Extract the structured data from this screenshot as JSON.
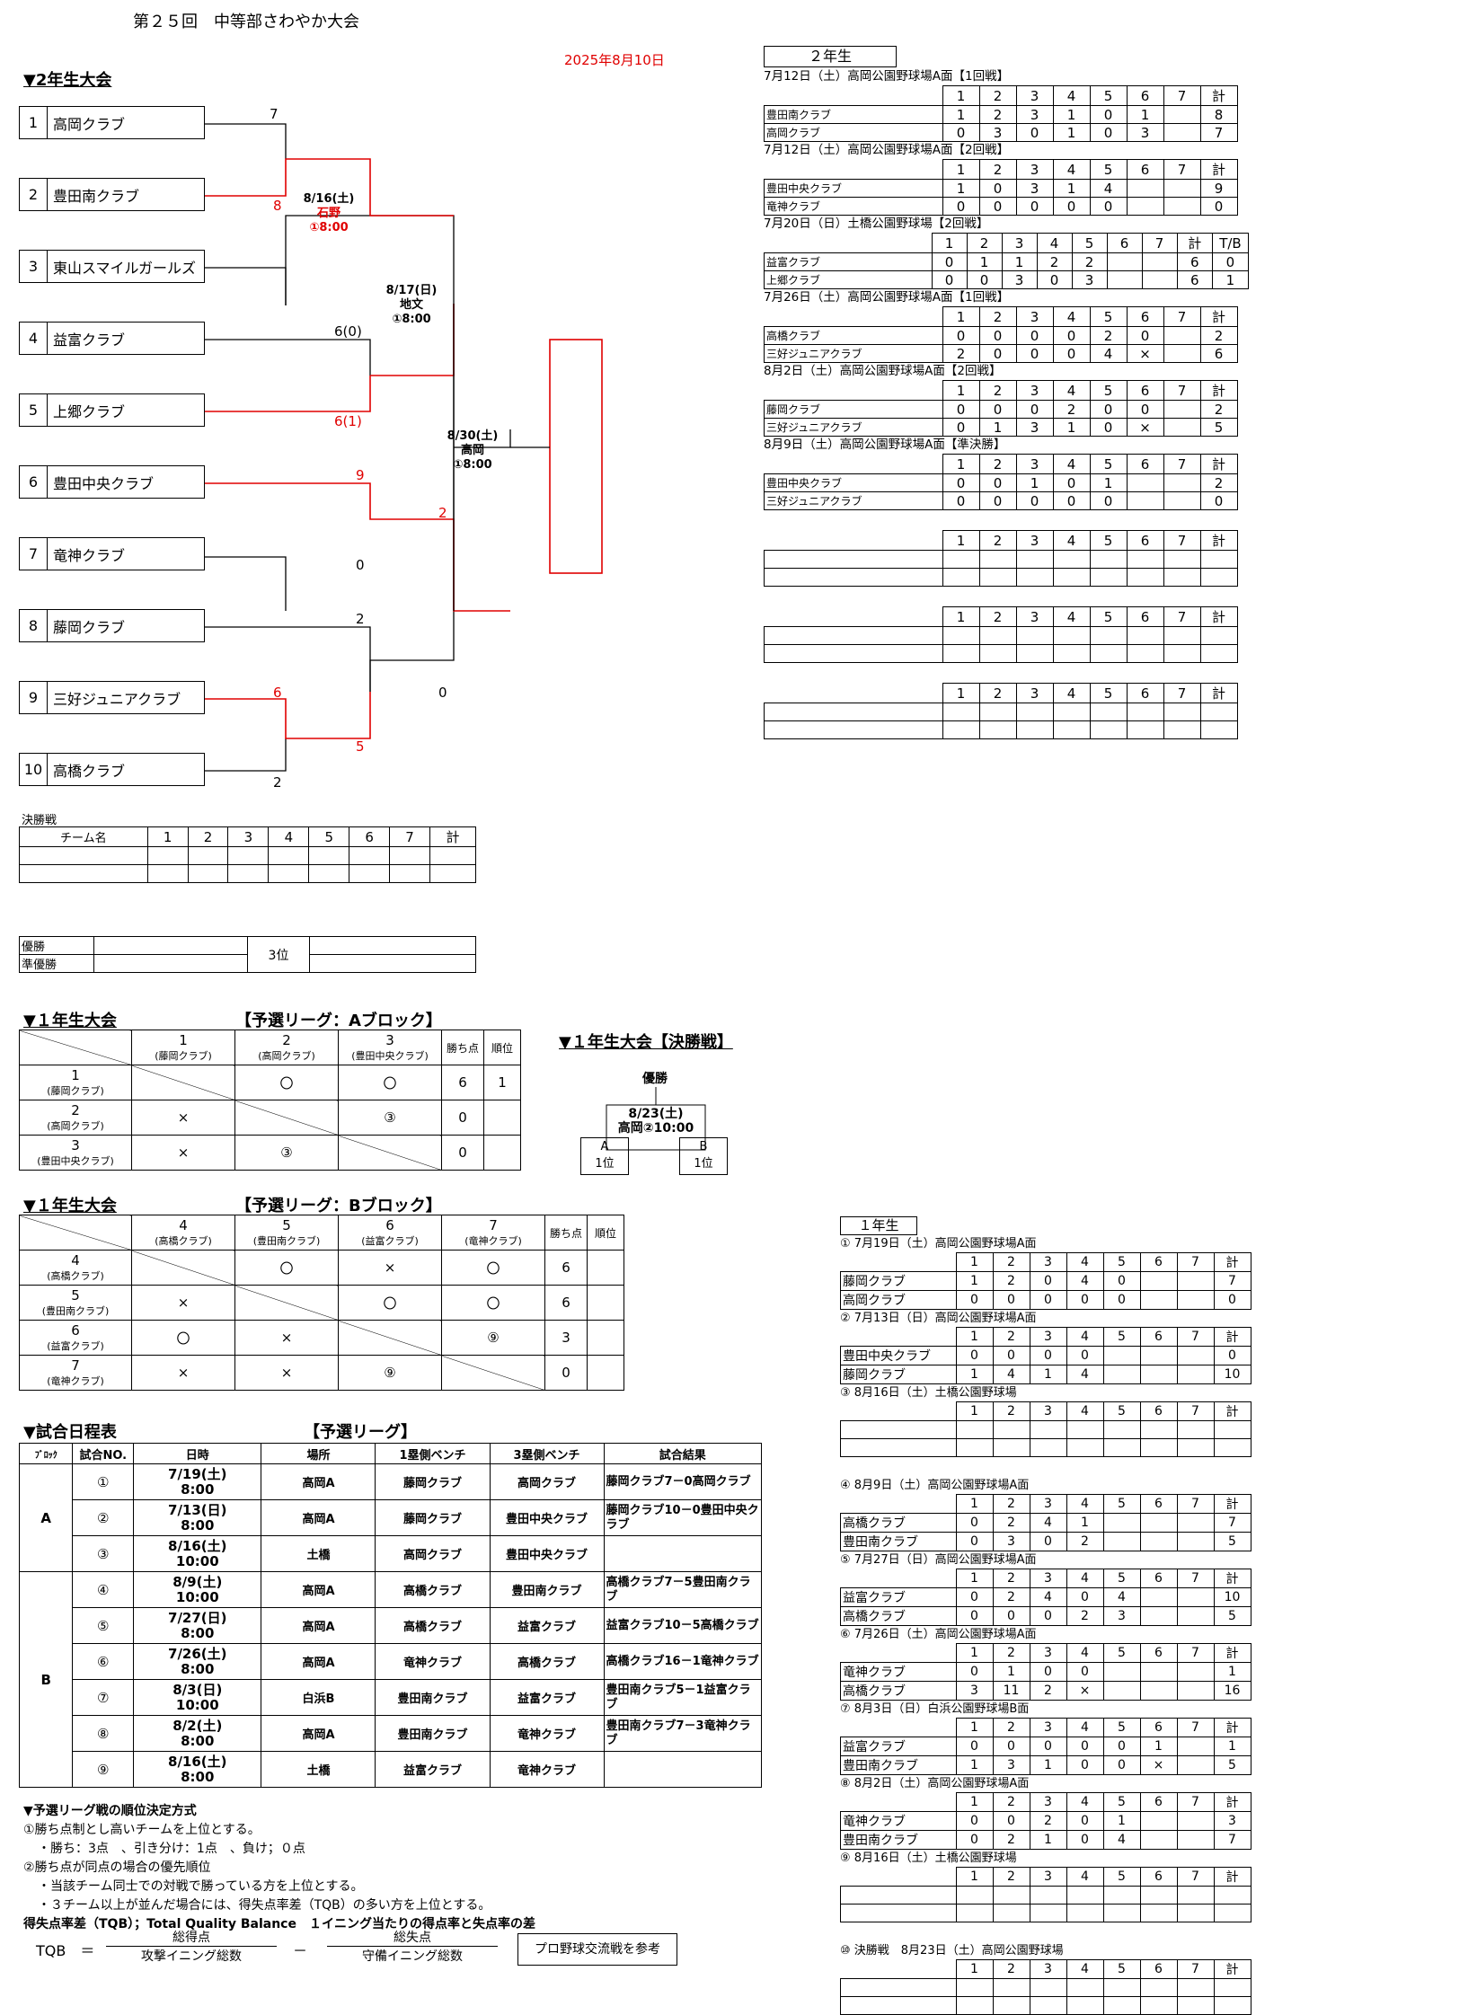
{
  "header": {
    "title": "第２５回　中等部さわやか大会",
    "date": "2025年8月10日"
  },
  "bracket2": {
    "heading": "▼2年生大会",
    "teams": [
      {
        "num": "1",
        "name": "高岡クラブ"
      },
      {
        "num": "2",
        "name": "豊田南クラブ"
      },
      {
        "num": "3",
        "name": "東山スマイルガールズ"
      },
      {
        "num": "4",
        "name": "益富クラブ"
      },
      {
        "num": "5",
        "name": "上郷クラブ"
      },
      {
        "num": "6",
        "name": "豊田中央クラブ"
      },
      {
        "num": "7",
        "name": "竜神クラブ"
      },
      {
        "num": "8",
        "name": "藤岡クラブ"
      },
      {
        "num": "9",
        "name": "三好ジュニアクラブ"
      },
      {
        "num": "10",
        "name": "高橋クラブ"
      }
    ],
    "scores": {
      "s1": "7",
      "s2": "8",
      "s4": "6(0)",
      "s5": "6(1)",
      "s6": "9",
      "s7": "0",
      "s67": "2",
      "s8": "2",
      "s9": "6",
      "s10": "5",
      "s810": "2",
      "s89": "0"
    },
    "games": {
      "g1": {
        "date": "8/16(土)",
        "place": "石野",
        "time": "①8:00"
      },
      "g2": {
        "date": "8/17(日)",
        "place": "地文",
        "time": "①8:00"
      },
      "g3": {
        "date": "8/30(土)",
        "place": "高岡",
        "time": "①8:00"
      }
    },
    "final": {
      "label": "決勝戦",
      "headers": [
        "チーム名",
        "1",
        "2",
        "3",
        "4",
        "5",
        "6",
        "7",
        "計"
      ]
    },
    "result": {
      "win": "優勝",
      "runner": "準優勝",
      "third": "3位"
    }
  },
  "results2": {
    "heading": "２年生",
    "inning_headers": [
      "1",
      "2",
      "3",
      "4",
      "5",
      "6",
      "7",
      "計"
    ],
    "games": [
      {
        "title": "7月12日（土）高岡公園野球場A面【1回戦】",
        "rows": [
          {
            "team": "豊田南クラブ",
            "s": [
              "1",
              "2",
              "3",
              "1",
              "0",
              "1",
              "",
              "8"
            ]
          },
          {
            "team": "高岡クラブ",
            "s": [
              "0",
              "3",
              "0",
              "1",
              "0",
              "3",
              "",
              "7"
            ]
          }
        ]
      },
      {
        "title": "7月12日（土）高岡公園野球場A面【2回戦】",
        "rows": [
          {
            "team": "豊田中央クラブ",
            "s": [
              "1",
              "0",
              "3",
              "1",
              "4",
              "",
              "",
              "9"
            ]
          },
          {
            "team": "竜神クラブ",
            "s": [
              "0",
              "0",
              "0",
              "0",
              "0",
              "",
              "",
              "0"
            ]
          }
        ]
      },
      {
        "title": "7月20日（日）土橋公園野球場【2回戦】",
        "tb": "T/B",
        "rows": [
          {
            "team": "益富クラブ",
            "s": [
              "0",
              "1",
              "1",
              "2",
              "2",
              "",
              "",
              "6"
            ],
            "t": "0"
          },
          {
            "team": "上郷クラブ",
            "s": [
              "0",
              "0",
              "3",
              "0",
              "3",
              "",
              "",
              "6"
            ],
            "t": "1"
          }
        ]
      },
      {
        "title": "7月26日（土）高岡公園野球場A面【1回戦】",
        "rows": [
          {
            "team": "高橋クラブ",
            "s": [
              "0",
              "0",
              "0",
              "0",
              "2",
              "0",
              "",
              "2"
            ]
          },
          {
            "team": "三好ジュニアクラブ",
            "s": [
              "2",
              "0",
              "0",
              "0",
              "4",
              "×",
              "",
              "6"
            ]
          }
        ]
      },
      {
        "title": "8月2日（土）高岡公園野球場A面【2回戦】",
        "rows": [
          {
            "team": "藤岡クラブ",
            "s": [
              "0",
              "0",
              "0",
              "2",
              "0",
              "0",
              "",
              "2"
            ]
          },
          {
            "team": "三好ジュニアクラブ",
            "s": [
              "0",
              "1",
              "3",
              "1",
              "0",
              "×",
              "",
              "5"
            ]
          }
        ]
      },
      {
        "title": "8月9日（土）高岡公園野球場A面【準決勝】",
        "rows": [
          {
            "team": "豊田中央クラブ",
            "s": [
              "0",
              "0",
              "1",
              "0",
              "1",
              "",
              "",
              "2"
            ]
          },
          {
            "team": "三好ジュニアクラブ",
            "s": [
              "0",
              "0",
              "0",
              "0",
              "0",
              "",
              "",
              "0"
            ]
          }
        ]
      },
      {
        "title": "",
        "rows": [
          {
            "team": "",
            "s": [
              "",
              "",
              "",
              "",
              "",
              "",
              "",
              ""
            ]
          },
          {
            "team": "",
            "s": [
              "",
              "",
              "",
              "",
              "",
              "",
              "",
              ""
            ]
          }
        ]
      },
      {
        "title": "",
        "rows": [
          {
            "team": "",
            "s": [
              "",
              "",
              "",
              "",
              "",
              "",
              "",
              ""
            ]
          },
          {
            "team": "",
            "s": [
              "",
              "",
              "",
              "",
              "",
              "",
              "",
              ""
            ]
          }
        ]
      },
      {
        "title": "",
        "rows": [
          {
            "team": "",
            "s": [
              "",
              "",
              "",
              "",
              "",
              "",
              "",
              ""
            ]
          },
          {
            "team": "",
            "s": [
              "",
              "",
              "",
              "",
              "",
              "",
              "",
              ""
            ]
          }
        ]
      }
    ]
  },
  "league1a": {
    "heading": "▼１年生大会",
    "block": "【予選リーグ：Aブロック】",
    "cols": [
      {
        "n": "1",
        "t": "(藤岡クラブ)"
      },
      {
        "n": "2",
        "t": "(高岡クラブ)"
      },
      {
        "n": "3",
        "t": "(豊田中央クラブ)"
      }
    ],
    "pts": "勝ち点",
    "rank": "順位",
    "rows": [
      {
        "n": "1",
        "t": "(藤岡クラブ)",
        "c": [
          "",
          "〇",
          "〇"
        ],
        "p": "6",
        "r": "1"
      },
      {
        "n": "2",
        "t": "(高岡クラブ)",
        "c": [
          "×",
          "",
          "③"
        ],
        "p": "0",
        "r": ""
      },
      {
        "n": "3",
        "t": "(豊田中央クラブ)",
        "c": [
          "×",
          "③",
          ""
        ],
        "p": "0",
        "r": ""
      }
    ]
  },
  "final1": {
    "heading": "▼１年生大会【決勝戦】",
    "win": "優勝",
    "date": "8/23(土)",
    "place": "高岡②10:00",
    "a": "A",
    "a2": "1位",
    "b": "B",
    "b2": "1位"
  },
  "league1b": {
    "heading": "▼１年生大会",
    "block": "【予選リーグ：Bブロック】",
    "cols": [
      {
        "n": "4",
        "t": "(高橋クラブ)"
      },
      {
        "n": "5",
        "t": "(豊田南クラブ)"
      },
      {
        "n": "6",
        "t": "(益富クラブ)"
      },
      {
        "n": "7",
        "t": "(竜神クラブ)"
      }
    ],
    "pts": "勝ち点",
    "rank": "順位",
    "rows": [
      {
        "n": "4",
        "t": "(高橋クラブ)",
        "c": [
          "",
          "〇",
          "×",
          "〇"
        ],
        "p": "6",
        "r": ""
      },
      {
        "n": "5",
        "t": "(豊田南クラブ)",
        "c": [
          "×",
          "",
          "〇",
          "〇"
        ],
        "p": "6",
        "r": ""
      },
      {
        "n": "6",
        "t": "(益富クラブ)",
        "c": [
          "〇",
          "×",
          "",
          "⑨"
        ],
        "p": "3",
        "r": ""
      },
      {
        "n": "7",
        "t": "(竜神クラブ)",
        "c": [
          "×",
          "×",
          "⑨",
          ""
        ],
        "p": "0",
        "r": ""
      }
    ]
  },
  "schedule": {
    "heading": "▼試合日程表",
    "sub": "【予選リーグ】",
    "headers": [
      "ﾌﾞﾛｯｸ",
      "試合NO.",
      "日時",
      "場所",
      "1塁側ベンチ",
      "3塁側ベンチ",
      "試合結果"
    ],
    "blockA": "A",
    "blockB": "B",
    "rows": [
      {
        "no": "①",
        "d1": "7/19(土)",
        "d2": "8:00",
        "pl": "高岡A",
        "b1": "藤岡クラブ",
        "b3": "高岡クラブ",
        "res": "藤岡クラブ7－0高岡クラブ"
      },
      {
        "no": "②",
        "d1": "7/13(日)",
        "d2": "8:00",
        "pl": "高岡A",
        "b1": "藤岡クラブ",
        "b3": "豊田中央クラブ",
        "res": "藤岡クラブ10－0豊田中央クラブ"
      },
      {
        "no": "③",
        "d1": "8/16(土)",
        "d2": "10:00",
        "pl": "土橋",
        "b1": "高岡クラブ",
        "b3": "豊田中央クラブ",
        "res": ""
      },
      {
        "no": "④",
        "d1": "8/9(土)",
        "d2": "10:00",
        "pl": "高岡A",
        "b1": "高橋クラブ",
        "b3": "豊田南クラブ",
        "res": "高橋クラブ7－5豊田南クラブ"
      },
      {
        "no": "⑤",
        "d1": "7/27(日)",
        "d2": "8:00",
        "pl": "高岡A",
        "b1": "高橋クラブ",
        "b3": "益富クラブ",
        "res": "益富クラブ10－5高橋クラブ"
      },
      {
        "no": "⑥",
        "d1": "7/26(土)",
        "d2": "8:00",
        "pl": "高岡A",
        "b1": "竜神クラブ",
        "b3": "高橋クラブ",
        "res": "高橋クラブ16－1竜神クラブ"
      },
      {
        "no": "⑦",
        "d1": "8/3(日)",
        "d2": "10:00",
        "pl": "白浜B",
        "b1": "豊田南クラブ",
        "b3": "益富クラブ",
        "res": "豊田南クラブ5－1益富クラブ"
      },
      {
        "no": "⑧",
        "d1": "8/2(土)",
        "d2": "8:00",
        "pl": "高岡A",
        "b1": "豊田南クラブ",
        "b3": "竜神クラブ",
        "res": "豊田南クラブ7－3竜神クラブ"
      },
      {
        "no": "⑨",
        "d1": "8/16(土)",
        "d2": "8:00",
        "pl": "土橋",
        "b1": "益富クラブ",
        "b3": "竜神クラブ",
        "res": ""
      }
    ]
  },
  "rules": {
    "heading": "▼予選リーグ戦の順位決定方式",
    "l1": "①勝ち点制とし高いチームを上位とする。",
    "l2": "・勝ち：3点　、引き分け：1点　、負け；０点",
    "l3": "②勝ち点が同点の場合の優先順位",
    "l4": "・当該チーム同士での対戦で勝っている方を上位とする。",
    "l5": "・３チーム以上が並んだ場合には、得失点率差（TQB）の多い方を上位とする。",
    "l6": "得失点率差（TQB）；Total Quality Balance　１イニング当たりの得点率と失点率の差",
    "tqb": "TQB　＝",
    "n1": "総得点",
    "d1": "攻撃イニング総数",
    "minus": "－",
    "n2": "総失点",
    "d2": "守備イニング総数",
    "ref": "プロ野球交流戦を参考"
  },
  "results1": {
    "heading": "１年生",
    "inning_headers": [
      "1",
      "2",
      "3",
      "4",
      "5",
      "6",
      "7",
      "計"
    ],
    "games": [
      {
        "title": "① 7月19日（土）高岡公園野球場A面",
        "rows": [
          {
            "team": "藤岡クラブ",
            "s": [
              "1",
              "2",
              "0",
              "4",
              "0",
              "",
              "",
              "7"
            ]
          },
          {
            "team": "高岡クラブ",
            "s": [
              "0",
              "0",
              "0",
              "0",
              "0",
              "",
              "",
              "0"
            ]
          }
        ]
      },
      {
        "title": "② 7月13日（日）高岡公園野球場A面",
        "rows": [
          {
            "team": "豊田中央クラブ",
            "s": [
              "0",
              "0",
              "0",
              "0",
              "",
              "",
              "",
              "0"
            ]
          },
          {
            "team": "藤岡クラブ",
            "s": [
              "1",
              "4",
              "1",
              "4",
              "",
              "",
              "",
              "10"
            ]
          }
        ]
      },
      {
        "title": "③ 8月16日（土）土橋公園野球場",
        "rows": [
          {
            "team": "",
            "s": [
              "",
              "",
              "",
              "",
              "",
              "",
              "",
              ""
            ]
          },
          {
            "team": "",
            "s": [
              "",
              "",
              "",
              "",
              "",
              "",
              "",
              ""
            ]
          }
        ]
      },
      {
        "title": "④ 8月9日（土）高岡公園野球場A面",
        "rows": [
          {
            "team": "高橋クラブ",
            "s": [
              "0",
              "2",
              "4",
              "1",
              "",
              "",
              "",
              "7"
            ]
          },
          {
            "team": "豊田南クラブ",
            "s": [
              "0",
              "3",
              "0",
              "2",
              "",
              "",
              "",
              "5"
            ]
          }
        ]
      },
      {
        "title": "⑤ 7月27日（日）高岡公園野球場A面",
        "rows": [
          {
            "team": "益富クラブ",
            "s": [
              "0",
              "2",
              "4",
              "0",
              "4",
              "",
              "",
              "10"
            ]
          },
          {
            "team": "高橋クラブ",
            "s": [
              "0",
              "0",
              "0",
              "2",
              "3",
              "",
              "",
              "5"
            ]
          }
        ]
      },
      {
        "title": "⑥ 7月26日（土）高岡公園野球場A面",
        "rows": [
          {
            "team": "竜神クラブ",
            "s": [
              "0",
              "1",
              "0",
              "0",
              "",
              "",
              "",
              "1"
            ]
          },
          {
            "team": "高橋クラブ",
            "s": [
              "3",
              "11",
              "2",
              "×",
              "",
              "",
              "",
              "16"
            ]
          }
        ]
      },
      {
        "title": "⑦ 8月3日（日）白浜公園野球場B面",
        "rows": [
          {
            "team": "益富クラブ",
            "s": [
              "0",
              "0",
              "0",
              "0",
              "0",
              "1",
              "",
              "1"
            ]
          },
          {
            "team": "豊田南クラブ",
            "s": [
              "1",
              "3",
              "1",
              "0",
              "0",
              "×",
              "",
              "5"
            ]
          }
        ]
      },
      {
        "title": "⑧ 8月2日（土）高岡公園野球場A面",
        "rows": [
          {
            "team": "竜神クラブ",
            "s": [
              "0",
              "0",
              "2",
              "0",
              "1",
              "",
              "",
              "3"
            ]
          },
          {
            "team": "豊田南クラブ",
            "s": [
              "0",
              "2",
              "1",
              "0",
              "4",
              "",
              "",
              "7"
            ]
          }
        ]
      },
      {
        "title": "⑨ 8月16日（土）土橋公園野球場",
        "rows": [
          {
            "team": "",
            "s": [
              "",
              "",
              "",
              "",
              "",
              "",
              "",
              ""
            ]
          },
          {
            "team": "",
            "s": [
              "",
              "",
              "",
              "",
              "",
              "",
              "",
              ""
            ]
          }
        ]
      },
      {
        "title": "⑩ 決勝戦　8月23日（土）高岡公園野球場",
        "rows": [
          {
            "team": "",
            "s": [
              "",
              "",
              "",
              "",
              "",
              "",
              "",
              ""
            ]
          },
          {
            "team": "",
            "s": [
              "",
              "",
              "",
              "",
              "",
              "",
              "",
              ""
            ]
          }
        ]
      }
    ]
  }
}
